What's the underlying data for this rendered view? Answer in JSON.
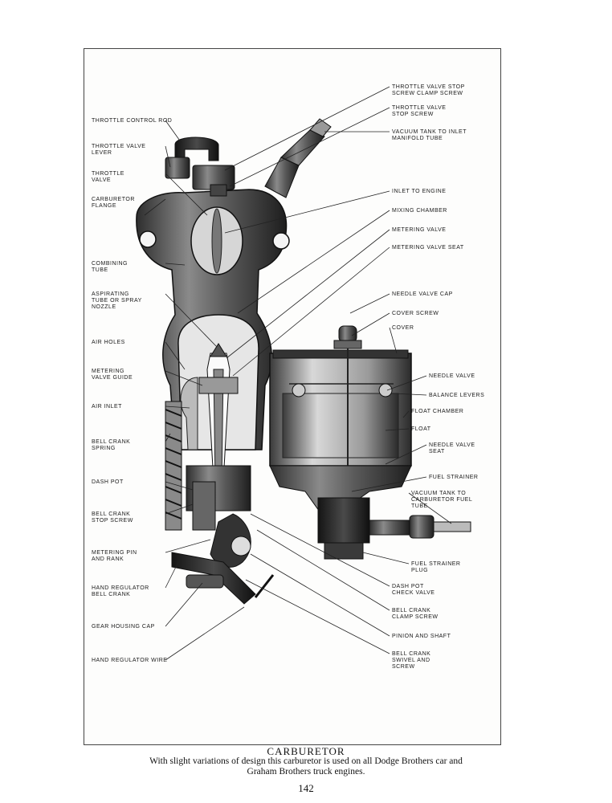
{
  "figure": {
    "labels_left": [
      "THROTTLE CONTROL ROD",
      [
        "THROTTLE VALVE",
        "LEVER"
      ],
      [
        "THROTTLE",
        "VALVE"
      ],
      [
        "CARBURETOR",
        "FLANGE"
      ],
      [
        "COMBINING",
        "TUBE"
      ],
      [
        "ASPIRATING",
        "TUBE OR SPRAY",
        "NOZZLE"
      ],
      "AIR HOLES",
      [
        "METERING",
        "VALVE GUIDE"
      ],
      "AIR INLET",
      [
        "BELL CRANK",
        "SPRING"
      ],
      "DASH POT",
      [
        "BELL CRANK",
        "STOP SCREW"
      ],
      [
        "METERING PIN",
        "AND RANK"
      ],
      [
        "HAND REGULATOR",
        "BELL CRANK"
      ],
      "GEAR HOUSING CAP",
      "HAND REGULATOR WIRE"
    ],
    "labels_right": [
      [
        "THROTTLE VALVE STOP",
        "SCREW CLAMP SCREW"
      ],
      [
        "THROTTLE VALVE",
        "STOP SCREW"
      ],
      [
        "VACUUM TANK TO INLET",
        "MANIFOLD TUBE"
      ],
      "INLET TO ENGINE",
      "MIXING CHAMBER",
      "METERING VALVE",
      "METERING VALVE SEAT",
      "NEEDLE VALVE CAP",
      "COVER SCREW",
      "COVER",
      "NEEDLE VALVE",
      "BALANCE LEVERS",
      "FLOAT CHAMBER",
      "FLOAT",
      [
        "NEEDLE VALVE",
        "SEAT"
      ],
      "FUEL STRAINER",
      [
        "VACUUM TANK TO",
        "CARBURETOR FUEL",
        "TUBE"
      ],
      [
        "FUEL STRAINER",
        "PLUG"
      ],
      [
        "DASH POT",
        "CHECK VALVE"
      ],
      [
        "BELL CRANK",
        "CLAMP SCREW"
      ],
      "PINION AND SHAFT",
      [
        "BELL CRANK",
        "SWIVEL AND",
        "SCREW"
      ]
    ]
  },
  "caption": {
    "title": "CARBURETOR",
    "line1": "With slight variations of design this carburetor is used on all Dodge Brothers car and",
    "line2": "Graham Brothers truck engines."
  },
  "page_number": "142"
}
